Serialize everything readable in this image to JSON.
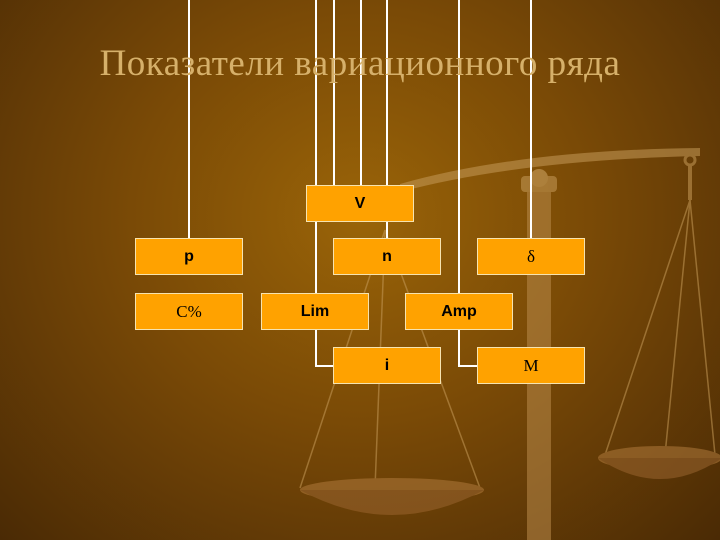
{
  "slide": {
    "title": "Показатели вариационного ряда"
  },
  "boxes": {
    "v": "V",
    "p": "p",
    "n": "n",
    "delta": "δ",
    "cv": "C%",
    "lim": "Lim",
    "amp": "Amp",
    "i": "i",
    "m": "M"
  },
  "colors": {
    "box_fill": "#ffa200",
    "box_border": "#f6e3b0",
    "connector": "#ffffff",
    "title": "#d6b06a",
    "background": "#7a4a06"
  }
}
